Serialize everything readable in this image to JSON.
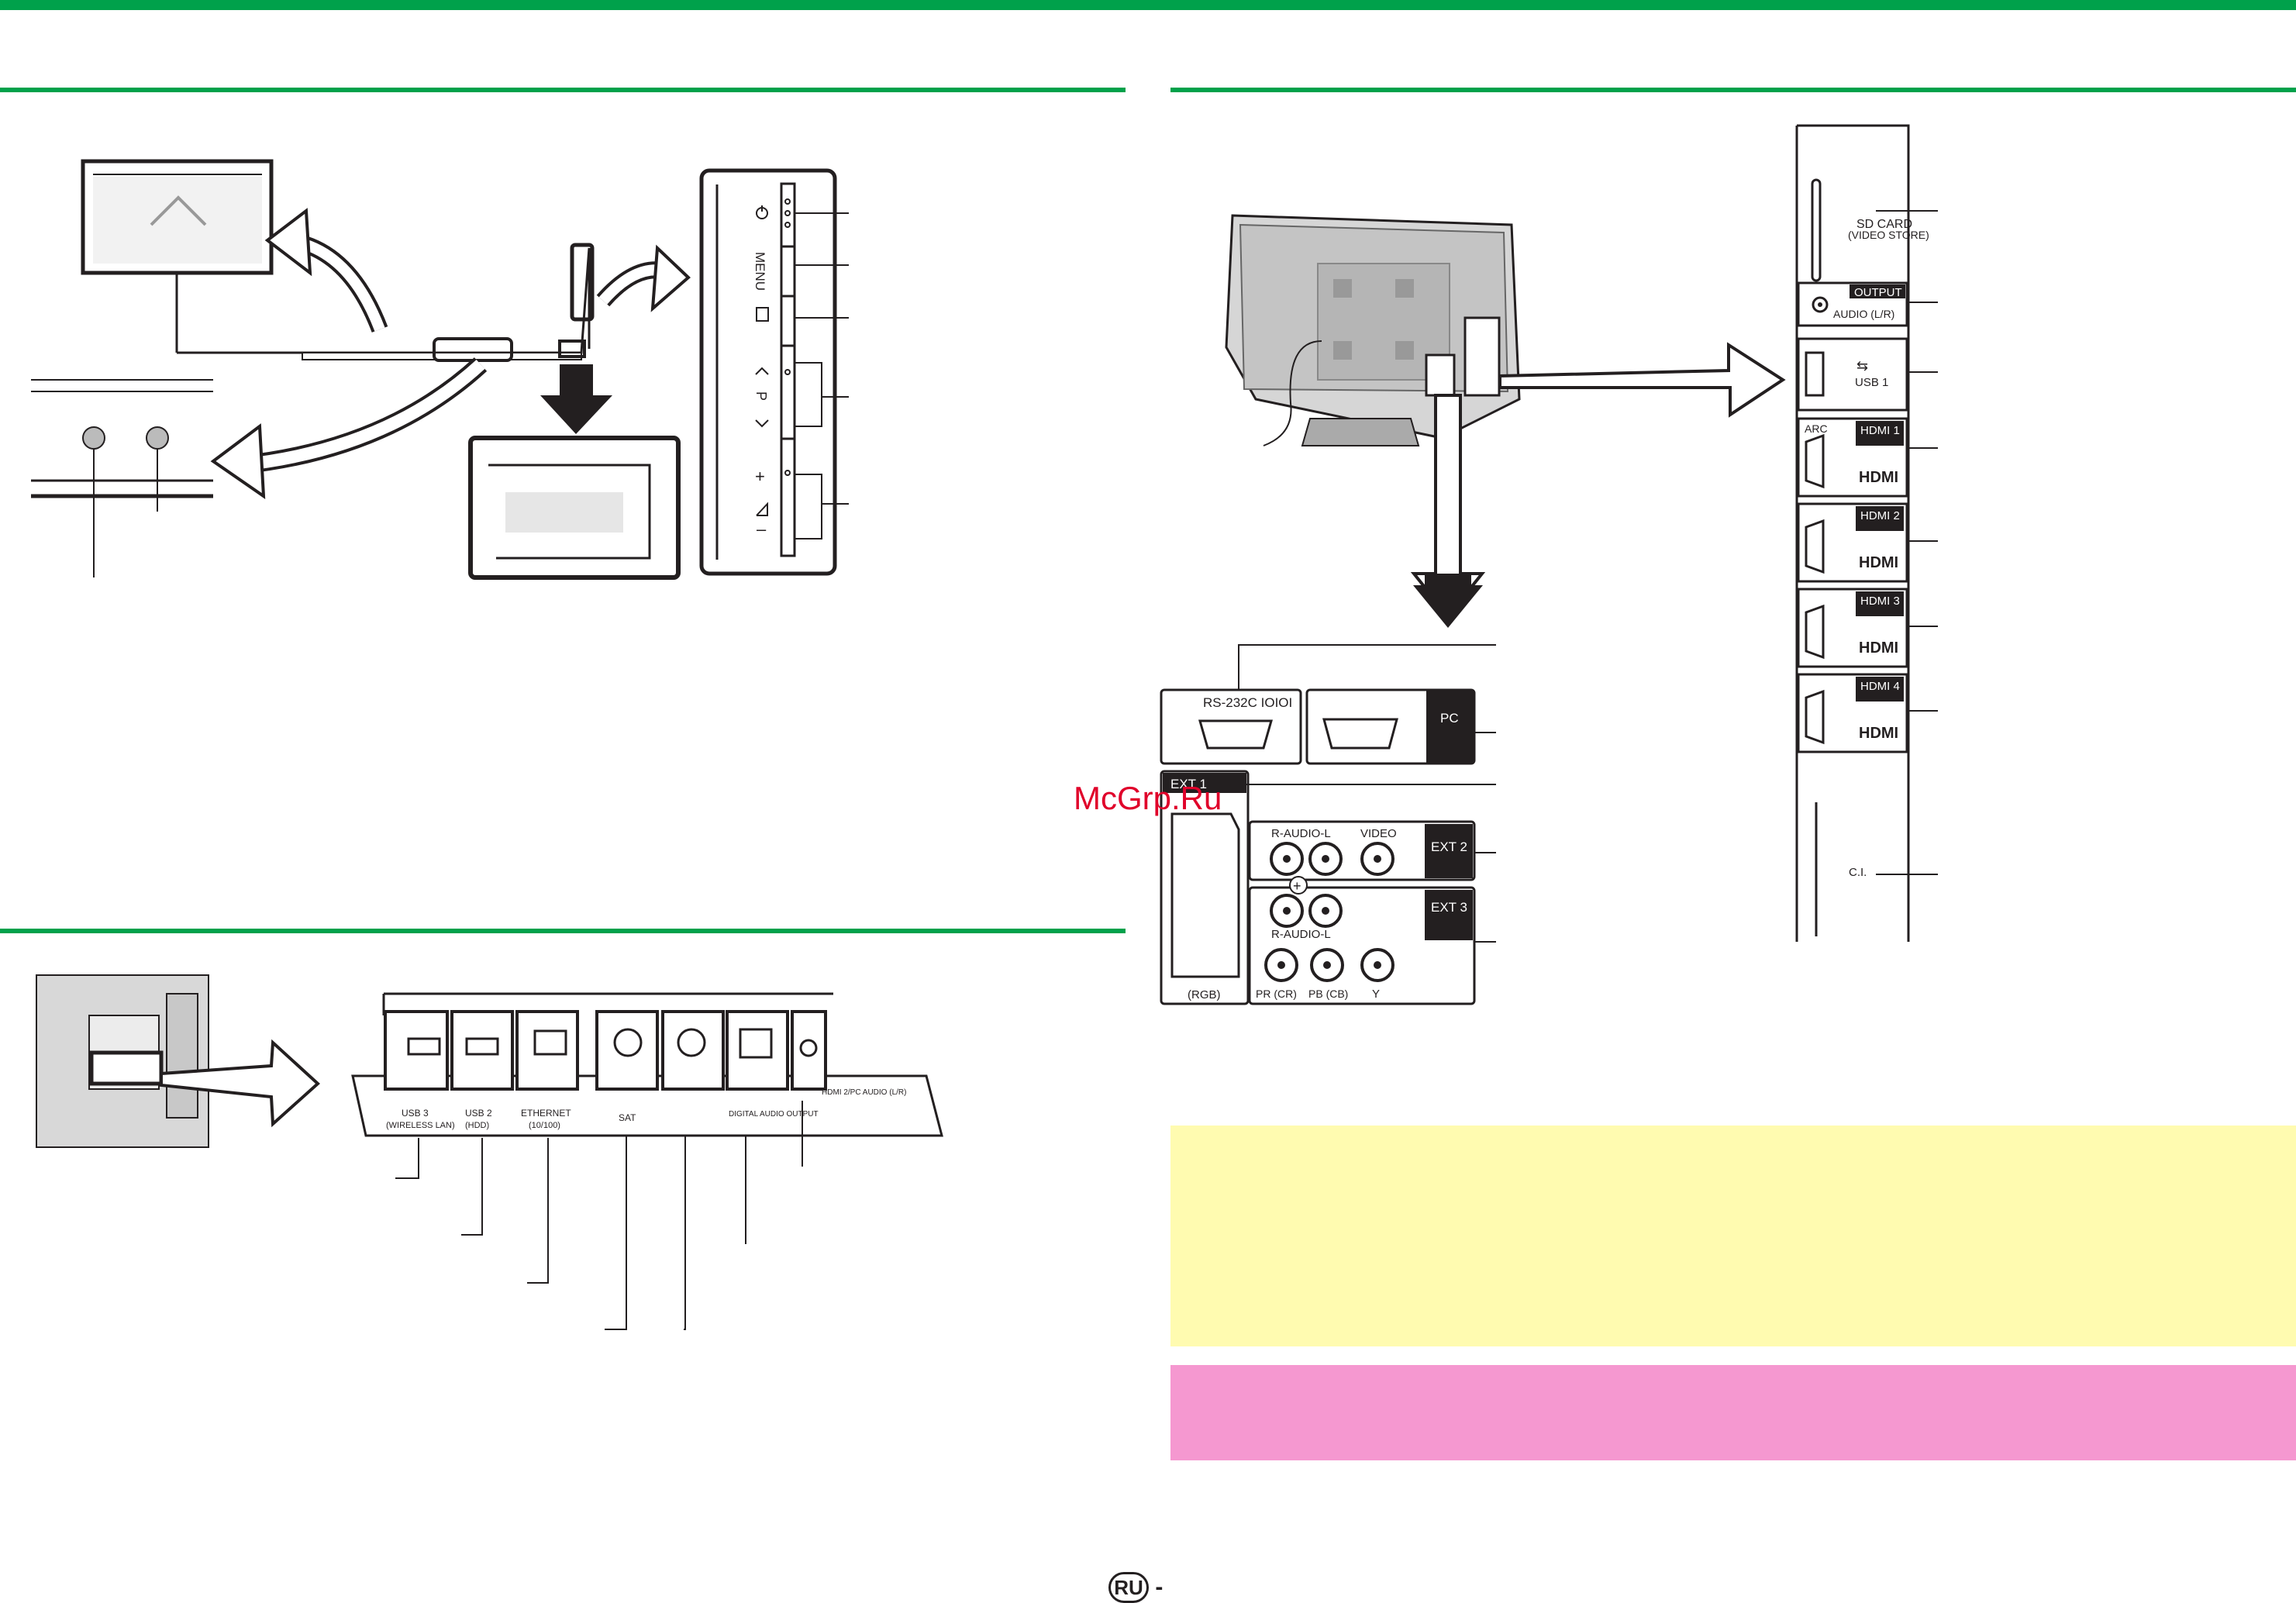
{
  "header": {
    "accent_color": "#00a14b"
  },
  "watermark": "McGrp.Ru",
  "footer": {
    "lang_badge": "RU",
    "dash": "-"
  },
  "tv_back": {
    "rs232c": "RS-232C IOIOI",
    "pc": "PC",
    "ext1": "EXT 1",
    "ext2": "EXT 2",
    "ext3": "EXT 3",
    "rgb": "(RGB)",
    "r_audio_l_top": "R-AUDIO-L",
    "video": "VIDEO",
    "r_audio_l_bottom": "R-AUDIO-L",
    "pr": "PR (CR)",
    "pb": "PB (CB)",
    "y": "Y"
  },
  "side_panel": {
    "sd_card": "SD CARD",
    "video_store": "(VIDEO STORE)",
    "output": "OUTPUT",
    "audio_lr": "AUDIO (L/R)",
    "usb1": "USB 1",
    "arc": "ARC",
    "hdmi1": "HDMI 1",
    "hdmi2": "HDMI 2",
    "hdmi3": "HDMI 3",
    "hdmi4": "HDMI 4",
    "hdmi_logo": "HDMI",
    "ci": "C.I."
  },
  "control_panel": {
    "menu": "MENU",
    "p": "P"
  },
  "bottom_panel": {
    "usb3": "USB 3",
    "wireless_lan": "(WIRELESS LAN)",
    "usb2": "USB 2",
    "hdd": "(HDD)",
    "ethernet": "ETHERNET",
    "ethernet_speed": "(10/100)",
    "sat": "SAT",
    "digital_audio_output": "DIGITAL AUDIO OUTPUT",
    "hdmi2_pc_audio": "HDMI 2/PC AUDIO (L/R)"
  },
  "notes": {
    "yellow_color": "#fffbb0",
    "pink_color": "#f598d0"
  }
}
